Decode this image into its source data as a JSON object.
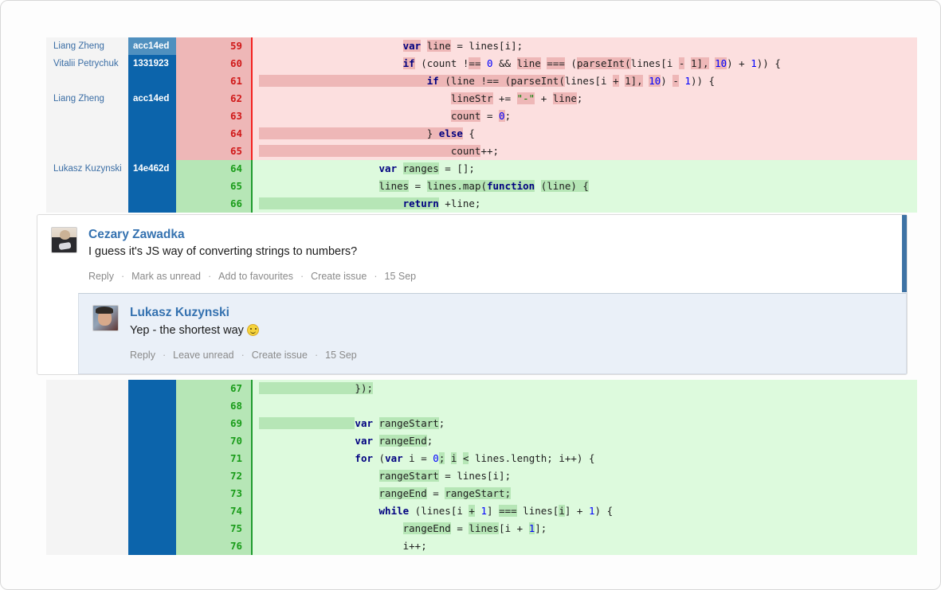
{
  "diff_top": {
    "rows": [
      {
        "author": "Liang Zheng",
        "hash": "acc14ed",
        "hash_shade": "shade-a",
        "lineno": "59",
        "kind": "del",
        "code": [
          {
            "t": "                        ",
            "c": "pln"
          },
          {
            "t": "var",
            "c": "kw wh-del"
          },
          {
            "t": " ",
            "c": "pln"
          },
          {
            "t": "line",
            "c": "pln wh-del"
          },
          {
            "t": " = lines[i];",
            "c": "pln"
          }
        ]
      },
      {
        "author": "Vitalii Petrychuk",
        "hash": "1331923",
        "hash_shade": "shade-b",
        "lineno": "60",
        "kind": "del",
        "code": [
          {
            "t": "                        ",
            "c": "pln"
          },
          {
            "t": "if",
            "c": "kw wh-del"
          },
          {
            "t": " (count !",
            "c": "pln"
          },
          {
            "t": "==",
            "c": "pln wh-del"
          },
          {
            "t": " ",
            "c": "pln"
          },
          {
            "t": "0",
            "c": "num"
          },
          {
            "t": " && ",
            "c": "pln"
          },
          {
            "t": "line",
            "c": "pln wh-del"
          },
          {
            "t": " ",
            "c": "pln"
          },
          {
            "t": "===",
            "c": "pln wh-del"
          },
          {
            "t": " (",
            "c": "pln"
          },
          {
            "t": "parseInt(",
            "c": "pln wh-del"
          },
          {
            "t": "lines[i ",
            "c": "pln"
          },
          {
            "t": "-",
            "c": "pln wh-del"
          },
          {
            "t": " ",
            "c": "pln"
          },
          {
            "t": "1],",
            "c": "pln wh-del"
          },
          {
            "t": " ",
            "c": "pln"
          },
          {
            "t": "10",
            "c": "num wh-del"
          },
          {
            "t": ") + ",
            "c": "pln"
          },
          {
            "t": "1",
            "c": "num"
          },
          {
            "t": ")) {",
            "c": "pln"
          }
        ]
      },
      {
        "author": "",
        "hash": "",
        "hash_shade": "blank",
        "lineno": "61",
        "kind": "del",
        "code": [
          {
            "t": "                            ",
            "c": "pln wh-del"
          },
          {
            "t": "if",
            "c": "kw wh-del"
          },
          {
            "t": " ",
            "c": "pln wh-del"
          },
          {
            "t": "(line !",
            "c": "pln wh-del"
          },
          {
            "t": "== ",
            "c": "pln wh-del"
          },
          {
            "t": "(",
            "c": "pln wh-del"
          },
          {
            "t": "parseInt(",
            "c": "pln wh-del"
          },
          {
            "t": "lines[i ",
            "c": "pln"
          },
          {
            "t": "+",
            "c": "pln wh-del"
          },
          {
            "t": " ",
            "c": "pln"
          },
          {
            "t": "1],",
            "c": "pln wh-del"
          },
          {
            "t": " ",
            "c": "pln"
          },
          {
            "t": "10",
            "c": "num wh-del"
          },
          {
            "t": ") ",
            "c": "pln"
          },
          {
            "t": "-",
            "c": "pln wh-del"
          },
          {
            "t": " ",
            "c": "pln"
          },
          {
            "t": "1",
            "c": "num"
          },
          {
            "t": ")) {",
            "c": "pln"
          }
        ]
      },
      {
        "author": "Liang Zheng",
        "hash": "acc14ed",
        "hash_shade": "shade-c",
        "lineno": "62",
        "kind": "del",
        "code": [
          {
            "t": "                                ",
            "c": "pln"
          },
          {
            "t": "lineStr",
            "c": "pln wh-del"
          },
          {
            "t": " += ",
            "c": "pln"
          },
          {
            "t": "\"-\"",
            "c": "str wh-del"
          },
          {
            "t": " + ",
            "c": "pln"
          },
          {
            "t": "line",
            "c": "pln wh-del"
          },
          {
            "t": ";",
            "c": "pln"
          }
        ]
      },
      {
        "author": "",
        "hash": "",
        "hash_shade": "blank",
        "lineno": "63",
        "kind": "del",
        "code": [
          {
            "t": "                                ",
            "c": "pln"
          },
          {
            "t": "count",
            "c": "pln wh-del"
          },
          {
            "t": " = ",
            "c": "pln"
          },
          {
            "t": "0",
            "c": "num wh-del"
          },
          {
            "t": ";",
            "c": "pln"
          }
        ]
      },
      {
        "author": "",
        "hash": "",
        "hash_shade": "blank",
        "lineno": "64",
        "kind": "del",
        "code": [
          {
            "t": "                            ",
            "c": "pln wh-del"
          },
          {
            "t": "} ",
            "c": "pln wh-del"
          },
          {
            "t": "else",
            "c": "kw wh-del"
          },
          {
            "t": " {",
            "c": "pln"
          }
        ]
      },
      {
        "author": "",
        "hash": "",
        "hash_shade": "blank",
        "lineno": "65",
        "kind": "del",
        "code": [
          {
            "t": "                                ",
            "c": "pln wh-del"
          },
          {
            "t": "count",
            "c": "pln wh-del"
          },
          {
            "t": "++;",
            "c": "pln"
          }
        ]
      },
      {
        "author": "Lukasz Kuzynski",
        "hash": "14e462d",
        "hash_shade": "shade-c",
        "lineno": "64",
        "kind": "add",
        "code": [
          {
            "t": "                    ",
            "c": "pln"
          },
          {
            "t": "var",
            "c": "kw"
          },
          {
            "t": " ",
            "c": "pln"
          },
          {
            "t": "ranges",
            "c": "pln wh-add"
          },
          {
            "t": " = [];",
            "c": "pln"
          }
        ]
      },
      {
        "author": "",
        "hash": "",
        "hash_shade": "blank",
        "lineno": "65",
        "kind": "add",
        "code": [
          {
            "t": "                    ",
            "c": "pln"
          },
          {
            "t": "lines",
            "c": "pln wh-add"
          },
          {
            "t": " = ",
            "c": "pln"
          },
          {
            "t": "lines.map(",
            "c": "pln wh-add"
          },
          {
            "t": "function",
            "c": "kw wh-add"
          },
          {
            "t": " ",
            "c": "pln"
          },
          {
            "t": "(line) {",
            "c": "pln wh-add"
          }
        ]
      },
      {
        "author": "",
        "hash": "",
        "hash_shade": "blank",
        "lineno": "66",
        "kind": "add",
        "code": [
          {
            "t": "                        ",
            "c": "pln wh-add"
          },
          {
            "t": "return",
            "c": "kw wh-add"
          },
          {
            "t": " +line;",
            "c": "pln"
          }
        ]
      }
    ]
  },
  "comments": {
    "main": {
      "author": "Cezary Zawadka",
      "avatar_name": "avatar-cezary-zawadka",
      "text": "I guess it's JS way of converting strings to numbers?",
      "actions": [
        "Reply",
        "Mark as unread",
        "Add to favourites",
        "Create issue"
      ],
      "date": "15 Sep",
      "accent_color": "#3d72a4"
    },
    "reply": {
      "author": "Lukasz Kuzynski",
      "avatar_name": "avatar-lukasz-kuzynski",
      "text": "Yep - the shortest way",
      "emoji": "smiley-icon",
      "actions": [
        "Reply",
        "Leave unread",
        "Create issue"
      ],
      "date": "15 Sep",
      "background": "#eaf0f8"
    },
    "separator": "·"
  },
  "diff_bottom": {
    "rows": [
      {
        "author": "",
        "hash": "",
        "hash_shade": "blank",
        "lineno": "67",
        "kind": "add",
        "code": [
          {
            "t": "                ",
            "c": "pln wh-add"
          },
          {
            "t": "});",
            "c": "pln wh-add"
          }
        ]
      },
      {
        "author": "",
        "hash": "",
        "hash_shade": "blank",
        "lineno": "68",
        "kind": "add",
        "code": [
          {
            "t": "",
            "c": "pln"
          }
        ]
      },
      {
        "author": "",
        "hash": "",
        "hash_shade": "blank",
        "lineno": "69",
        "kind": "add",
        "code": [
          {
            "t": "                ",
            "c": "pln wh-add"
          },
          {
            "t": "var",
            "c": "kw"
          },
          {
            "t": " ",
            "c": "pln"
          },
          {
            "t": "rangeStart",
            "c": "pln wh-add"
          },
          {
            "t": ";",
            "c": "pln"
          }
        ]
      },
      {
        "author": "",
        "hash": "",
        "hash_shade": "blank",
        "lineno": "70",
        "kind": "add",
        "code": [
          {
            "t": "                ",
            "c": "pln"
          },
          {
            "t": "var",
            "c": "kw"
          },
          {
            "t": " ",
            "c": "pln"
          },
          {
            "t": "rangeEnd",
            "c": "pln wh-add"
          },
          {
            "t": ";",
            "c": "pln"
          }
        ]
      },
      {
        "author": "",
        "hash": "",
        "hash_shade": "blank",
        "lineno": "71",
        "kind": "add",
        "code": [
          {
            "t": "                ",
            "c": "pln"
          },
          {
            "t": "for",
            "c": "kw"
          },
          {
            "t": " (",
            "c": "pln"
          },
          {
            "t": "var",
            "c": "kw"
          },
          {
            "t": " i = ",
            "c": "pln"
          },
          {
            "t": "0",
            "c": "num"
          },
          {
            "t": ";",
            "c": "pln wh-add"
          },
          {
            "t": " ",
            "c": "pln"
          },
          {
            "t": "i",
            "c": "pln wh-add"
          },
          {
            "t": " ",
            "c": "pln"
          },
          {
            "t": "<",
            "c": "pln wh-add"
          },
          {
            "t": " lines.length; i++) {",
            "c": "pln"
          }
        ]
      },
      {
        "author": "",
        "hash": "",
        "hash_shade": "blank",
        "lineno": "72",
        "kind": "add",
        "code": [
          {
            "t": "                    ",
            "c": "pln"
          },
          {
            "t": "rangeStart",
            "c": "pln wh-add"
          },
          {
            "t": " = lines[i];",
            "c": "pln"
          }
        ]
      },
      {
        "author": "",
        "hash": "",
        "hash_shade": "blank",
        "lineno": "73",
        "kind": "add",
        "code": [
          {
            "t": "                    ",
            "c": "pln"
          },
          {
            "t": "rangeEnd",
            "c": "pln wh-add"
          },
          {
            "t": " = ",
            "c": "pln"
          },
          {
            "t": "rangeStart;",
            "c": "pln wh-add"
          }
        ]
      },
      {
        "author": "",
        "hash": "",
        "hash_shade": "blank",
        "lineno": "74",
        "kind": "add",
        "code": [
          {
            "t": "                    ",
            "c": "pln"
          },
          {
            "t": "while",
            "c": "kw"
          },
          {
            "t": " (lines[i ",
            "c": "pln"
          },
          {
            "t": "+",
            "c": "pln wh-add"
          },
          {
            "t": " ",
            "c": "pln"
          },
          {
            "t": "1",
            "c": "num"
          },
          {
            "t": "] ",
            "c": "pln"
          },
          {
            "t": "===",
            "c": "pln wh-add"
          },
          {
            "t": " lines[",
            "c": "pln"
          },
          {
            "t": "i",
            "c": "pln wh-add"
          },
          {
            "t": "] + ",
            "c": "pln"
          },
          {
            "t": "1",
            "c": "num"
          },
          {
            "t": ") {",
            "c": "pln"
          }
        ]
      },
      {
        "author": "",
        "hash": "",
        "hash_shade": "blank",
        "lineno": "75",
        "kind": "add",
        "code": [
          {
            "t": "                        ",
            "c": "pln"
          },
          {
            "t": "rangeEnd",
            "c": "pln wh-add"
          },
          {
            "t": " = ",
            "c": "pln"
          },
          {
            "t": "lines",
            "c": "pln wh-add"
          },
          {
            "t": "[i + ",
            "c": "pln"
          },
          {
            "t": "1",
            "c": "num wh-add"
          },
          {
            "t": "];",
            "c": "pln"
          }
        ]
      },
      {
        "author": "",
        "hash": "",
        "hash_shade": "blank",
        "lineno": "76",
        "kind": "add",
        "code": [
          {
            "t": "                        ",
            "c": "pln"
          },
          {
            "t": "i++;",
            "c": "pln"
          }
        ]
      }
    ]
  }
}
